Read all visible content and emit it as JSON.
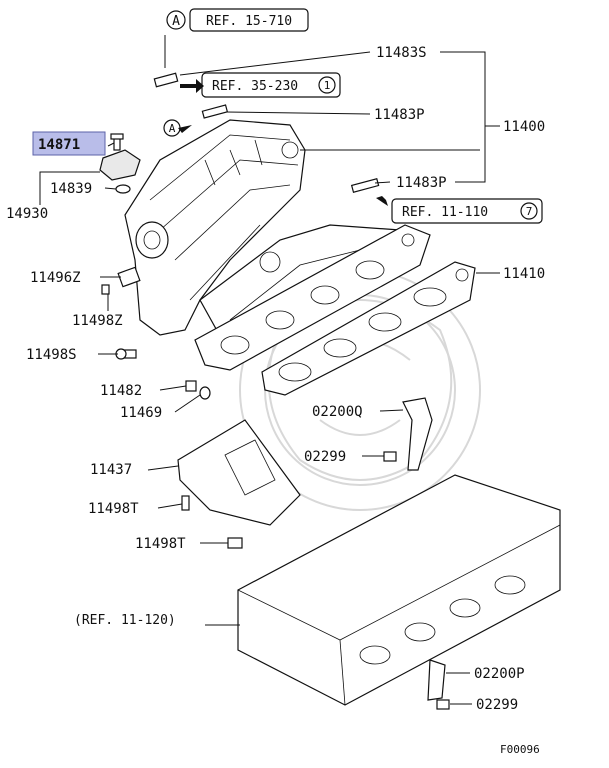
{
  "refs": {
    "ref_15_710": "REF. 15-710",
    "ref_35_230": "REF. 35-230",
    "ref_11_110": "REF. 11-110",
    "ref_11_120": "(REF. 11-120)",
    "marker_a": "A",
    "num_1": "1",
    "num_7": "7"
  },
  "labels": {
    "p11483S": "11483S",
    "p11483P_top": "11483P",
    "p11483P_bottom": "11483P",
    "p11400": "11400",
    "p14871": "14871",
    "p14839": "14839",
    "p14930": "14930",
    "p11410": "11410",
    "p11496Z": "11496Z",
    "p11498Z": "11498Z",
    "p11498S": "11498S",
    "p11482": "11482",
    "p11469": "11469",
    "p02200Q": "02200Q",
    "p02299_top": "02299",
    "p11437": "11437",
    "p11498T_a": "11498T",
    "p11498T_b": "11498T",
    "p02200P": "02200P",
    "p02299_bottom": "02299"
  },
  "footer": {
    "code": "F00096"
  },
  "colors": {
    "highlight": "#b9bde9",
    "line": "#111111",
    "watermark": "#d8d8d8"
  }
}
